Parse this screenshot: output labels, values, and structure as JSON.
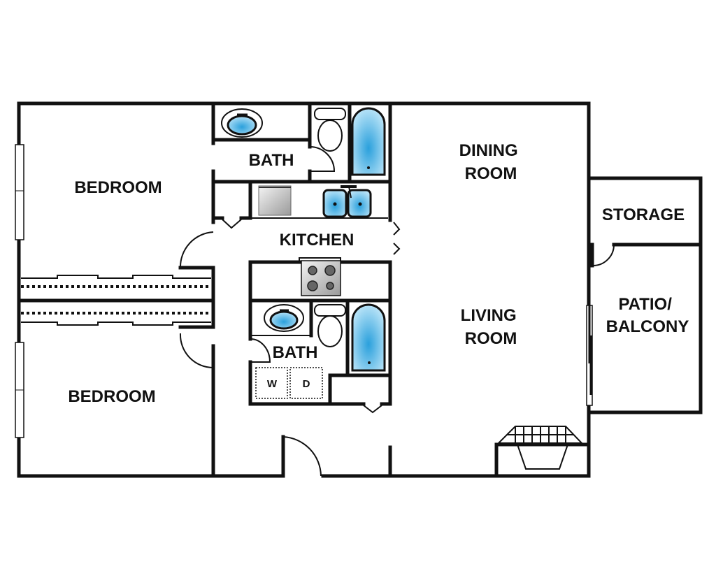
{
  "rooms": {
    "bedroom_top": "BEDROOM",
    "bedroom_bottom": "BEDROOM",
    "bath_top": "BATH",
    "bath_bottom": "BATH",
    "kitchen": "KITCHEN",
    "dining": [
      "DINING",
      "ROOM"
    ],
    "living": [
      "LIVING",
      "ROOM"
    ],
    "storage": "STORAGE",
    "patio": [
      "PATIO/",
      "BALCONY"
    ]
  },
  "appliances": {
    "washer": "W",
    "dryer": "D"
  },
  "colors": {
    "wall": "#111111",
    "fixture_blue": "#3aa7dc",
    "background": "#ffffff"
  }
}
